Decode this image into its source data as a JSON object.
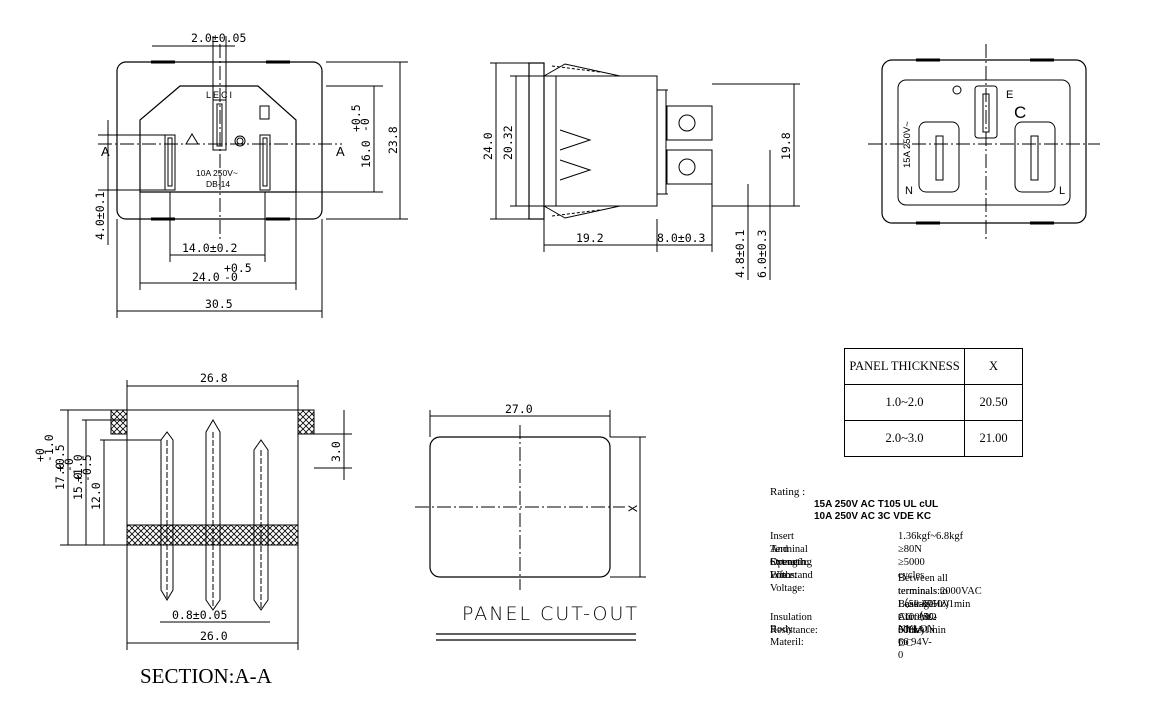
{
  "front_view": {
    "dim_top": "2.0±0.05",
    "dim_pin_spacing": "14.0±0.2",
    "dim_inner_width": "24.0",
    "dim_inner_width_tol": "+0.5",
    "dim_inner_width_tol_low": "-0",
    "dim_overall_width": "30.5",
    "dim_height": "23.8",
    "dim_inner_height": "16.0",
    "dim_inner_height_tol": "+0.5",
    "dim_inner_height_tol_low": "-0",
    "dim_left": "4.0±0.1",
    "label_top": "LECI",
    "rating_line1": "10A 250V~",
    "rating_line2": "DB-14",
    "section_mark_left": "A",
    "section_mark_right": "A"
  },
  "side_view": {
    "dim_outer": "24.0",
    "dim_inner": "20.32",
    "dim_right": "19.8",
    "dim_body": "19.2",
    "dim_terminal": "8.0±0.3",
    "dim_term_w1": "4.8±0.1",
    "dim_term_w2": "6.0±0.3"
  },
  "rear_view": {
    "rating_vertical": "15A 250V~",
    "label_e": "E",
    "label_c": "C",
    "label_n": "N",
    "label_l": "L"
  },
  "section_view": {
    "title": "SECTION:A-A",
    "dim_top": "26.8",
    "dim_bottom": "26.0",
    "dim_pin": "0.8±0.05",
    "dim_h1": "17.0",
    "dim_h1_tol": "+0",
    "dim_h1_tol_low": "-1.0",
    "dim_h2": "15.0",
    "dim_h2_tol": "+0.5",
    "dim_h2_tol_low": "-0",
    "dim_h3": "12.0",
    "dim_h3_tol": "+1.0",
    "dim_h3_tol_low": "-0.5",
    "dim_right": "3.0"
  },
  "cutout": {
    "title": "PANEL CUT-OUT",
    "dim_width": "27.0",
    "dim_height": "X"
  },
  "panel_table": {
    "header": [
      "PANEL THICKNESS",
      "X"
    ],
    "rows": [
      [
        "1.0~2.0",
        "20.50"
      ],
      [
        "2.0~3.0",
        "21.00"
      ]
    ]
  },
  "specs": {
    "rating_label": "Rating :",
    "rating_line1": "15A 250V AC   T105   UL   cUL",
    "rating_line2": "10A 250V AC     3C   VDE   KC",
    "rows": [
      {
        "label": "Insert And Extract Force:",
        "value": "1.36kgf~6.8kgf"
      },
      {
        "label": "Terminal  Strength:",
        "value": "≥80N"
      },
      {
        "label": "Operating Life:",
        "value": "≥5000  cycles"
      },
      {
        "label": "Withstand Voltage:",
        "value": "Between all terminals:2000VAC（50-60Hz)1min"
      },
      {
        "label": "",
        "value": "terminals to Base:3750V AC（50-60Hz)1min"
      },
      {
        "label": "",
        "value": "Leakage Current :  1mA"
      },
      {
        "label": "Insulation Resistance:",
        "value": "≥100MΩ   500V DC"
      },
      {
        "label": "Body Materil:",
        "value": "NYLON 66  94V-0"
      }
    ]
  }
}
